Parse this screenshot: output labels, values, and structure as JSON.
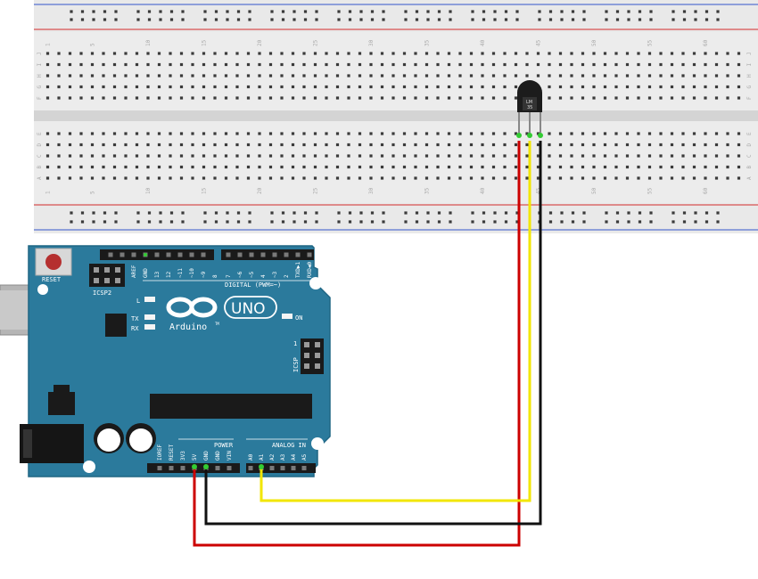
{
  "breadboard": {
    "column_numbers": [
      "1",
      "5",
      "10",
      "15",
      "20",
      "25",
      "30",
      "35",
      "40",
      "45",
      "50",
      "55",
      "60"
    ],
    "row_letters_top": [
      "J",
      "I",
      "H",
      "G",
      "F"
    ],
    "row_letters_bottom": [
      "E",
      "D",
      "C",
      "B",
      "A"
    ]
  },
  "sensor": {
    "label_line1": "LM",
    "label_line2": "35"
  },
  "arduino": {
    "reset_label": "RESET",
    "icsp2_label": "ICSP2",
    "icsp_label": "ICSP",
    "icsp_pin1": "1",
    "logo_text": "Arduino",
    "tm": "TM",
    "uno_text": "UNO",
    "digital_label": "DIGITAL (PWM=~)",
    "power_label": "POWER",
    "analog_label": "ANALOG IN",
    "led_l": "L",
    "led_tx": "TX",
    "led_rx": "RX",
    "led_on": "ON",
    "top_pins": [
      "AREF",
      "GND",
      "13",
      "12",
      "~11",
      "~10",
      "~9",
      "8",
      "7",
      "~6",
      "~5",
      "4",
      "~3",
      "2",
      "TXD▶1",
      "RXD◀0"
    ],
    "power_pins": [
      "IOREF",
      "RESET",
      "3V3",
      "5V",
      "GND",
      "GND",
      "VIN"
    ],
    "analog_pins": [
      "A0",
      "A1",
      "A2",
      "A3",
      "A4",
      "A5"
    ]
  },
  "wires": {
    "vcc_color": "#cc0000",
    "gnd_color": "#111111",
    "signal_color": "#f2e600"
  },
  "colors": {
    "board": "#2b7a9c",
    "board_edge": "#1f6684",
    "breadboard": "#e9e9e9",
    "rail_red": "#d22c2c",
    "rail_blue": "#3355cc"
  }
}
